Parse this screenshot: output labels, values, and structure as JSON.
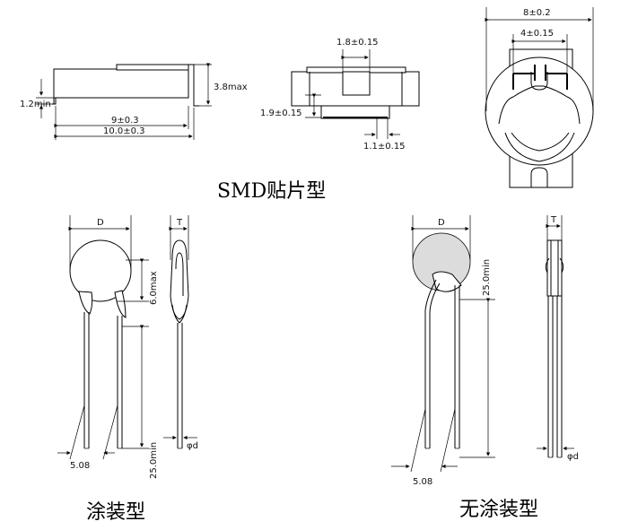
{
  "smd": {
    "caption": "SMD贴片型",
    "side_view": {
      "dim_height": "3.8max",
      "dim_lead": "1.2min",
      "dim_inner": "9±0.3",
      "dim_outer": "10.0±0.3"
    },
    "front_view": {
      "dim_top": "1.8±0.15",
      "dim_side": "1.9±0.15",
      "dim_bottom": "1.1±0.15"
    },
    "round_view": {
      "dim_outer": "8±0.2",
      "dim_inner": "4±0.15"
    }
  },
  "coated": {
    "caption": "涂装型",
    "front": {
      "dim_d": "D",
      "dim_pitch": "5.08",
      "dim_lead": "25.0min",
      "dim_coat": "6.0max"
    },
    "side": {
      "dim_t": "T",
      "dim_phi": "φd"
    }
  },
  "uncoated": {
    "caption": "无涂装型",
    "front": {
      "dim_d": "D",
      "dim_pitch": "5.08",
      "dim_lead": "25.0min"
    },
    "side": {
      "dim_t": "T",
      "dim_phi": "φd"
    }
  }
}
